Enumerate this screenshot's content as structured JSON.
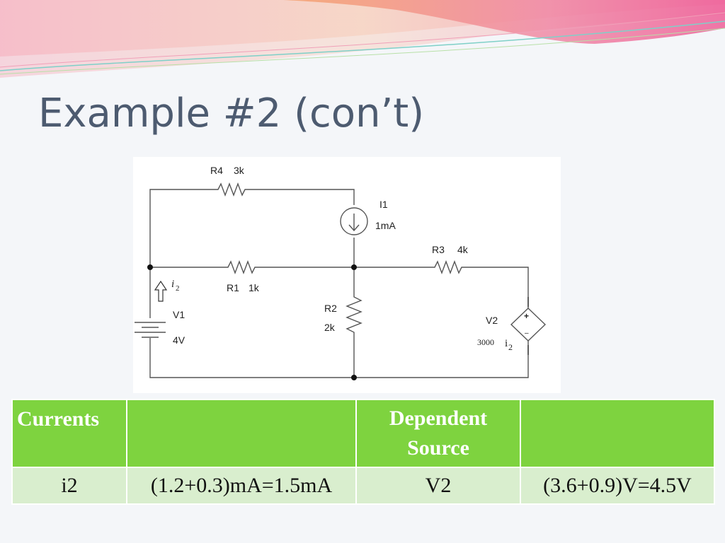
{
  "slide": {
    "title": "Example #2 (con’t)"
  },
  "circuit": {
    "r4": {
      "name": "R4",
      "value": "3k"
    },
    "i1": {
      "name": "I1",
      "value": "1mA"
    },
    "r3": {
      "name": "R3",
      "value": "4k"
    },
    "r1": {
      "name": "R1",
      "value": "1k"
    },
    "r2": {
      "name": "R2",
      "value": "2k"
    },
    "v1": {
      "name": "V1",
      "value": "4V"
    },
    "v2": {
      "name": "V2",
      "gain": "3000",
      "control": "i",
      "control_sub": "2"
    },
    "current_label": {
      "symbol": "i",
      "sub": "2"
    },
    "plus": "+",
    "minus": "–"
  },
  "table": {
    "header": [
      "Currents",
      "",
      "Dependent Source",
      ""
    ],
    "row": [
      "i2",
      "(1.2+0.3)mA=1.5mA",
      "V2",
      "(3.6+0.9)V=4.5V"
    ]
  },
  "colors": {
    "header_bg": "#7ed33f",
    "row_bg": "#d9eece",
    "title": "#4d5b70",
    "banner_pink": "#f07aa8",
    "banner_peach": "#f9c9a9"
  }
}
